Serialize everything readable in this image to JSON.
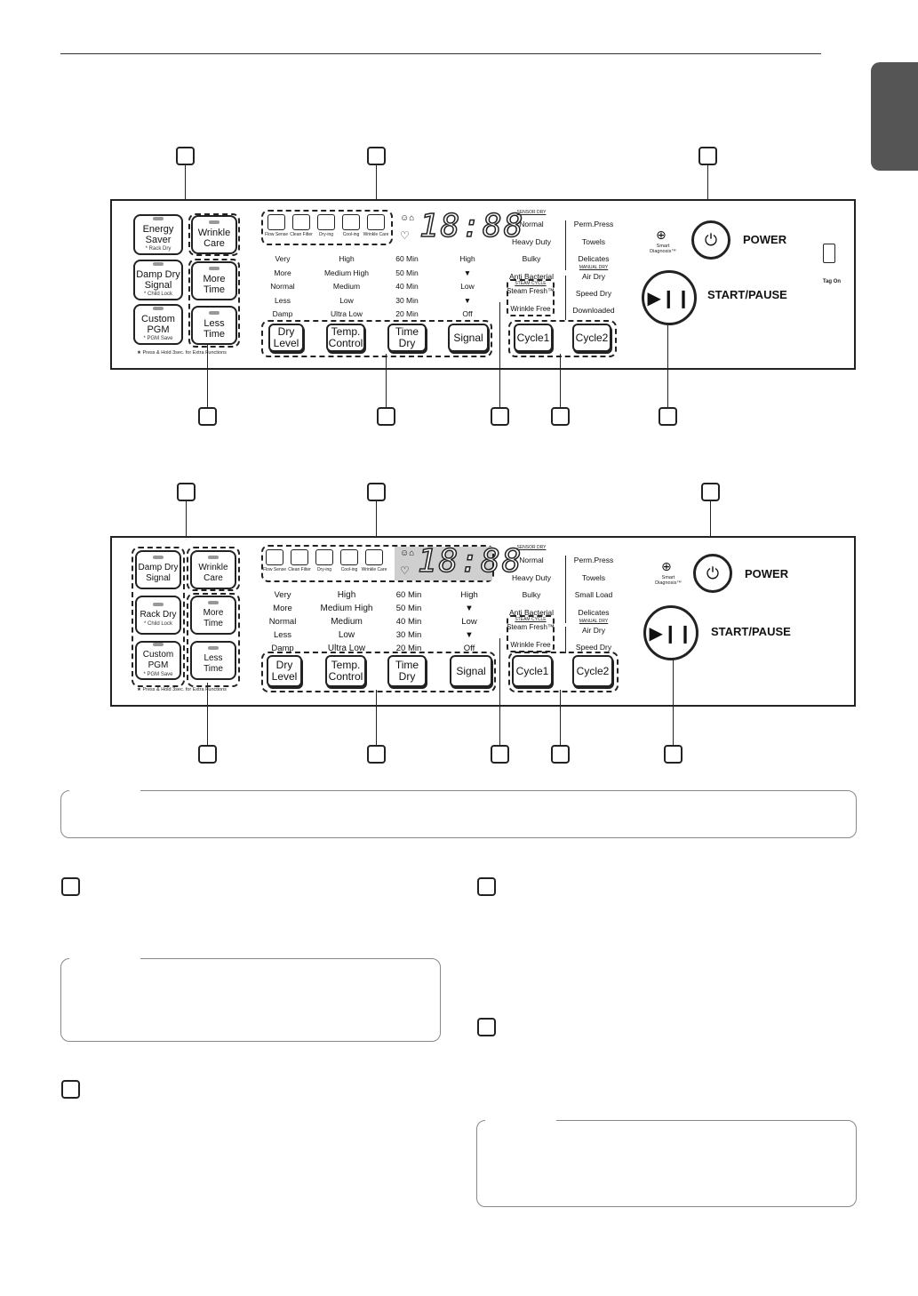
{
  "panel1": {
    "buttons": {
      "energy_saver": "Energy Saver",
      "energy_saver_sub": "* Rack Dry",
      "wrinkle_care": "Wrinkle Care",
      "damp_dry_signal": "Damp Dry Signal",
      "damp_dry_sub": "* Child Lock",
      "more_time": "More Time",
      "custom_pgm": "Custom PGM",
      "custom_pgm_sub": "* PGM Save",
      "less_time": "Less Time"
    },
    "press_hold": "★ Press & Hold 3sec. for Extra Functions",
    "icons": [
      "Flow Sense",
      "Clean Filter",
      "Dry-ing",
      "Cool-ing",
      "Wrinkle Care"
    ],
    "display": "18:88",
    "dry_level": [
      "Very",
      "More",
      "Normal",
      "Less",
      "Damp"
    ],
    "temp": [
      "High",
      "Medium High",
      "Medium",
      "Low",
      "Ultra Low"
    ],
    "time": [
      "60 Min",
      "50 Min",
      "40 Min",
      "30 Min",
      "20 Min"
    ],
    "signal": [
      "High",
      "▼",
      "Low",
      "▼",
      "Off"
    ],
    "bottom_buttons": [
      "Dry Level",
      "Temp. Control",
      "Time Dry",
      "Signal"
    ],
    "sensor_dry_header": "SENSOR DRY",
    "sensor_left": [
      "Normal",
      "Heavy Duty",
      "Bulky",
      "Anti Bacterial"
    ],
    "steam_cycle_header": "STEAM CYCLE",
    "steam": [
      "Steam Fresh™",
      "Wrinkle Free"
    ],
    "sensor_right": [
      "Perm.Press",
      "Towels",
      "Delicates"
    ],
    "manual_dry_header": "MANUAL DRY",
    "manual": [
      "Air Dry",
      "Speed Dry",
      "Downloaded"
    ],
    "cycle_buttons": [
      "Cycle1",
      "Cycle2"
    ],
    "smart_diagnosis": "Smart Diagnosis™",
    "power": "POWER",
    "start_pause": "START/PAUSE",
    "tag_on": "Tag On"
  },
  "panel2": {
    "buttons": {
      "damp_dry_signal": "Damp Dry Signal",
      "wrinkle_care": "Wrinkle Care",
      "rack_dry": "Rack Dry",
      "rack_dry_sub": "* Child Lock",
      "more_time": "More Time",
      "custom_pgm": "Custom PGM",
      "custom_pgm_sub": "* PGM Save",
      "less_time": "Less Time"
    },
    "press_hold": "★ Press & Hold 3sec. for Extra Functions",
    "icons": [
      "Flow Sense",
      "Clean Filter",
      "Dry-ing",
      "Cool-ing",
      "Wrinkle Care"
    ],
    "display": "18:88",
    "dry_level": [
      "Very",
      "More",
      "Normal",
      "Less",
      "Damp"
    ],
    "temp": [
      "High",
      "Medium High",
      "Medium",
      "Low",
      "Ultra Low"
    ],
    "time": [
      "60 Min",
      "50 Min",
      "40 Min",
      "30 Min",
      "20 Min"
    ],
    "signal": [
      "High",
      "▼",
      "Low",
      "▼",
      "Off"
    ],
    "bottom_buttons": [
      "Dry Level",
      "Temp. Control",
      "Time Dry",
      "Signal"
    ],
    "sensor_dry_header": "SENSOR DRY",
    "sensor_left": [
      "Normal",
      "Heavy Duty",
      "Bulky",
      "Anti Bacterial"
    ],
    "steam_cycle_header": "STEAM CYCLE",
    "steam": [
      "Steam Fresh™",
      "Wrinkle Free"
    ],
    "sensor_right": [
      "Perm.Press",
      "Towels",
      "Small Load",
      "Delicates"
    ],
    "manual_dry_header": "MANUAL DRY",
    "manual": [
      "Air Dry",
      "Speed Dry"
    ],
    "cycle_buttons": [
      "Cycle1",
      "Cycle2"
    ],
    "smart_diagnosis": "Smart Diagnosis™",
    "power": "POWER",
    "start_pause": "START/PAUSE"
  }
}
